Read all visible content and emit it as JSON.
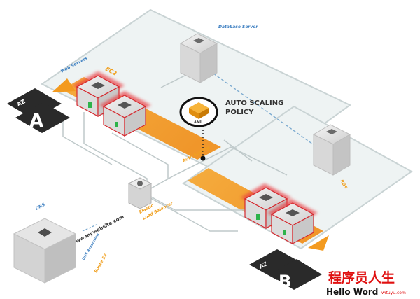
{
  "diagram": {
    "zones": {
      "a": {
        "badge_prefix": "AZ",
        "badge_letter": "A"
      },
      "b": {
        "badge_prefix": "AZ",
        "badge_letter": "B"
      }
    },
    "labels": {
      "web_servers": "Web Servers",
      "ec2": "EC2",
      "database_server": "Database Server",
      "auto_scaling_title_line1": "AUTO SCALING",
      "auto_scaling_title_line2": "POLICY",
      "ami": "AMI",
      "auto_scaling": "Auto Scaling",
      "rds": "RDS",
      "website": "www.mywebsite.com",
      "elb_line1": "Elastic",
      "elb_line2": "Load Balancer",
      "dns": "DNS",
      "route53_line1": "Route 53",
      "dns_resolution": "DNS Resolution"
    },
    "watermark": {
      "chinese": "程序员人生",
      "english": "Hello Word",
      "domain": "wituyu.com"
    },
    "colors": {
      "zone_fill": "#eef3f3",
      "zone_stroke": "#c9d3d4",
      "orange": "#f39a1f",
      "server_red": "#d5282e",
      "badge_dark": "#2a2a2a",
      "blue_label": "#3d7fc1",
      "watermark_red": "#e01010"
    }
  }
}
